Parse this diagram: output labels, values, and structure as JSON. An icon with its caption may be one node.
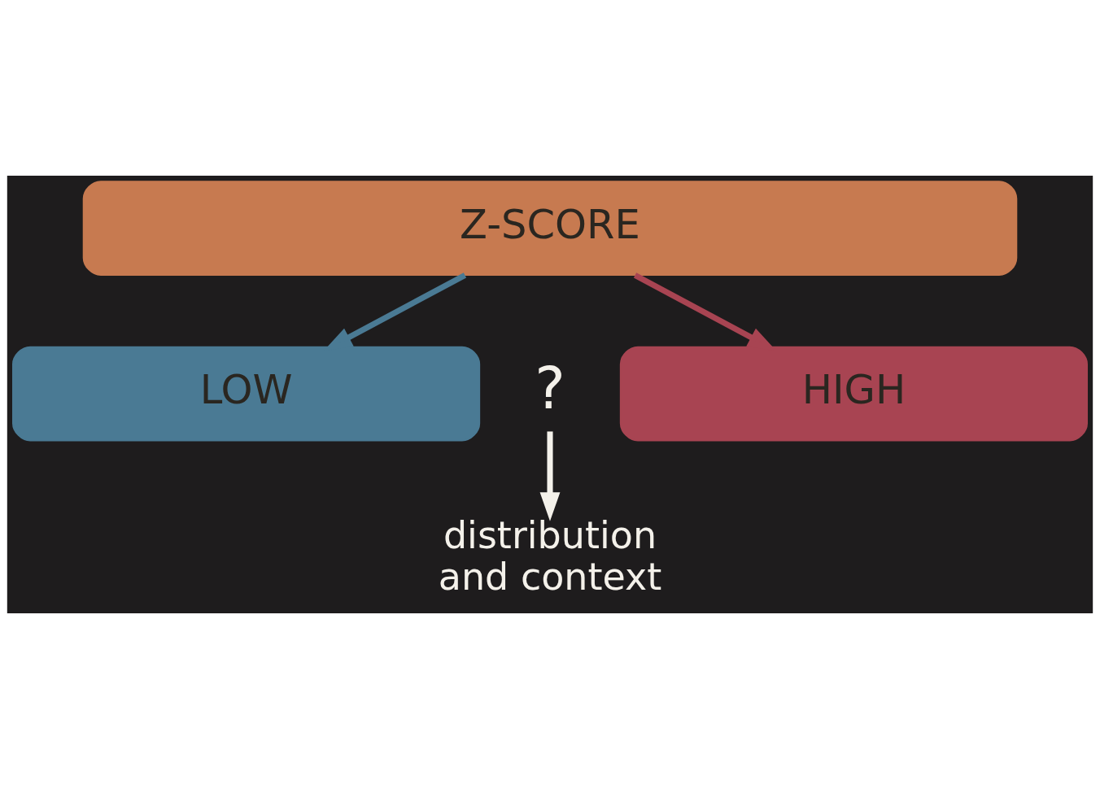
{
  "diagram": {
    "nodes": [
      {
        "text": [
          "Z-SCORE"
        ]
      },
      {
        "text": [
          "LOW"
        ]
      },
      {
        "text": [
          "?"
        ]
      },
      {
        "text": [
          "HIGH"
        ]
      },
      {
        "text": [
          "distribution and context"
        ]
      }
    ],
    "edges": [
      {
        "from": 0,
        "to": 1,
        "arrow": "to",
        "color": "#4a7a94"
      },
      {
        "from": 0,
        "to": 3,
        "arrow": "to",
        "color": "#a84452"
      },
      {
        "from": 2,
        "to": 4,
        "arrow": "to",
        "color": "#f4f1ea"
      }
    ]
  }
}
